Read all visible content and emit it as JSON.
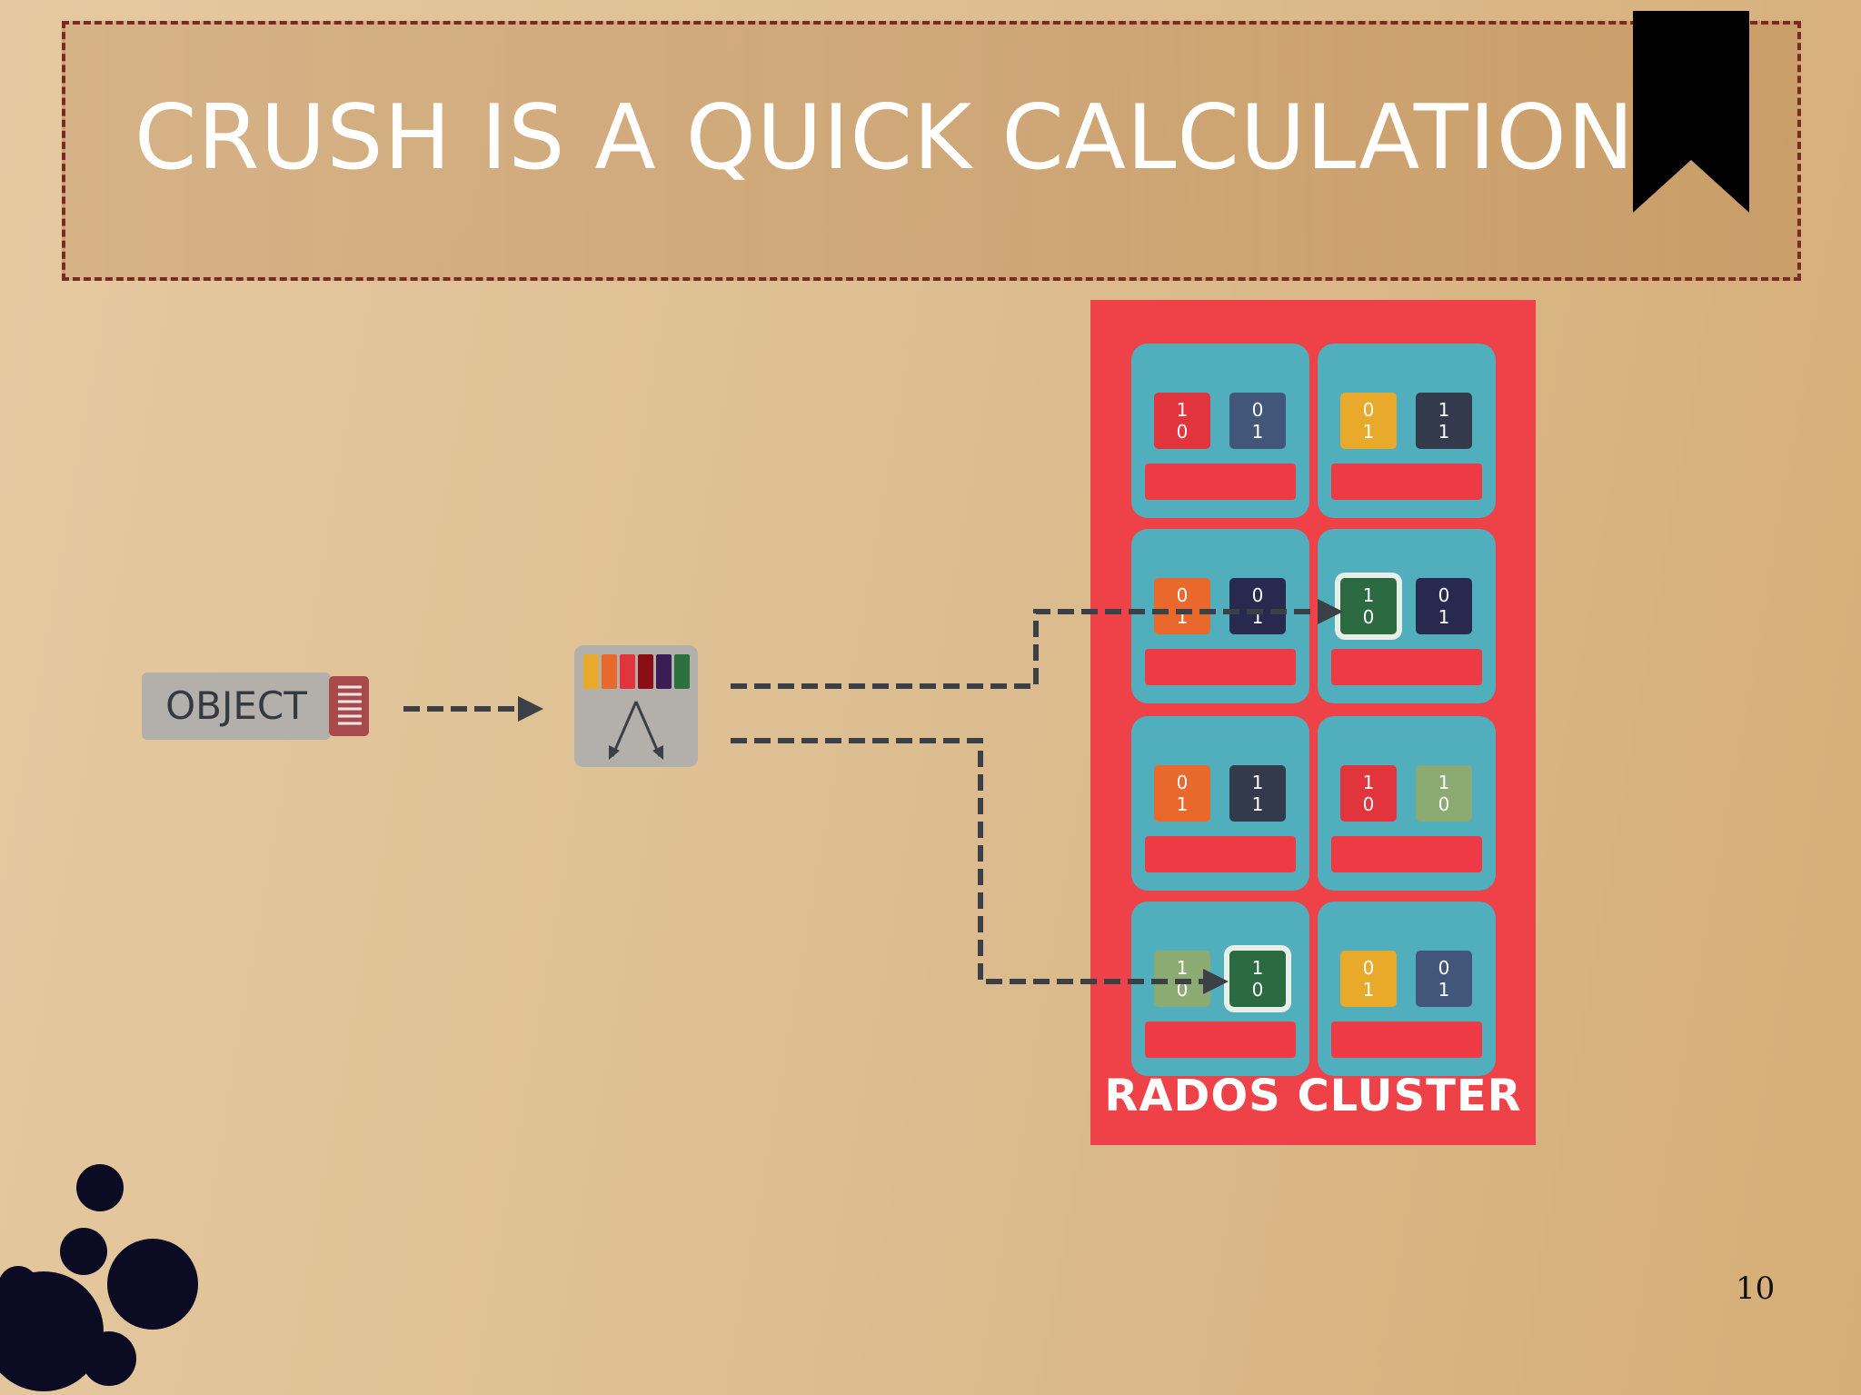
{
  "slide": {
    "title": "CRUSH IS A QUICK CALCULATION",
    "page_number": "10"
  },
  "object": {
    "label": "OBJECT"
  },
  "crush": {
    "bar_colors": [
      "#e9a92a",
      "#e9682c",
      "#e2343c",
      "#8a0e14",
      "#3a1d54",
      "#2c7040"
    ]
  },
  "cluster": {
    "label": "RADOS CLUSTER",
    "nodes": [
      {
        "disks": [
          {
            "bits": [
              "1",
              "0"
            ],
            "color": "#e2343c"
          },
          {
            "bits": [
              "0",
              "1"
            ],
            "color": "#42567a"
          }
        ]
      },
      {
        "disks": [
          {
            "bits": [
              "0",
              "1"
            ],
            "color": "#e9a92a"
          },
          {
            "bits": [
              "1",
              "1"
            ],
            "color": "#323a4c"
          }
        ]
      },
      {
        "disks": [
          {
            "bits": [
              "0",
              "1"
            ],
            "color": "#e9682c"
          },
          {
            "bits": [
              "0",
              "1"
            ],
            "color": "#272a4e"
          }
        ]
      },
      {
        "disks": [
          {
            "bits": [
              "1",
              "0"
            ],
            "color": "#2c6a42",
            "highlight": true
          },
          {
            "bits": [
              "0",
              "1"
            ],
            "color": "#272a4e"
          }
        ]
      },
      {
        "disks": [
          {
            "bits": [
              "0",
              "1"
            ],
            "color": "#e9682c"
          },
          {
            "bits": [
              "1",
              "1"
            ],
            "color": "#323a4c"
          }
        ]
      },
      {
        "disks": [
          {
            "bits": [
              "1",
              "0"
            ],
            "color": "#e2343c"
          },
          {
            "bits": [
              "1",
              "0"
            ],
            "color": "#8bab72"
          }
        ]
      },
      {
        "disks": [
          {
            "bits": [
              "1",
              "0"
            ],
            "color": "#8bab72"
          },
          {
            "bits": [
              "1",
              "0"
            ],
            "color": "#2c6a42",
            "highlight": true
          }
        ]
      },
      {
        "disks": [
          {
            "bits": [
              "0",
              "1"
            ],
            "color": "#e9a92a"
          },
          {
            "bits": [
              "0",
              "1"
            ],
            "color": "#42567a"
          }
        ]
      }
    ]
  }
}
